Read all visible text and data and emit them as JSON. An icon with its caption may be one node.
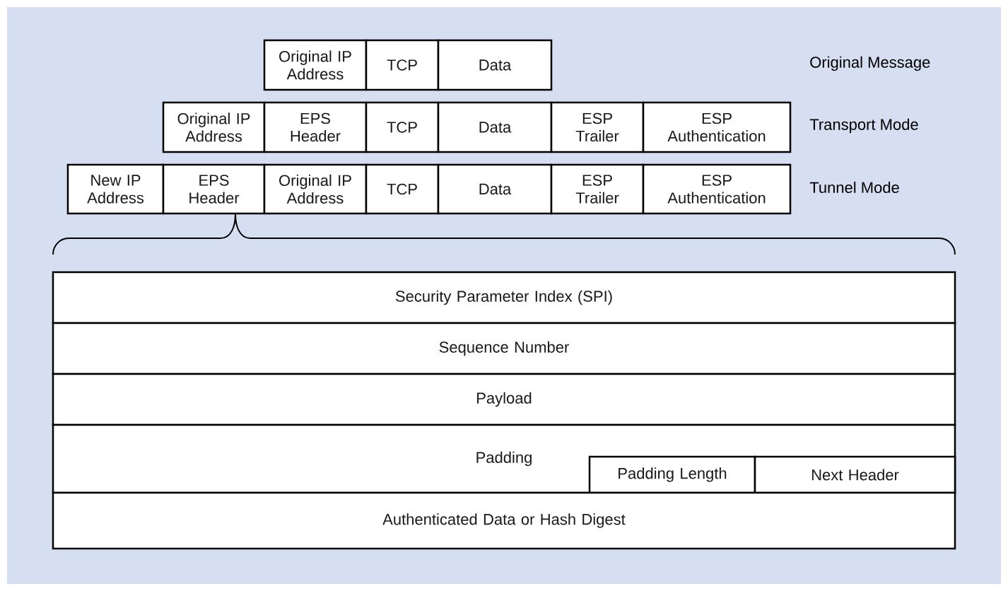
{
  "diagram": {
    "nodes": [
      {
        "text": [
          "Original IP Address"
        ]
      },
      {
        "text": [
          "TCP"
        ]
      },
      {
        "text": [
          "Data"
        ]
      },
      {
        "text": [
          "Original IP Address"
        ]
      },
      {
        "text": [
          "EPS Header"
        ]
      },
      {
        "text": [
          "TCP"
        ]
      },
      {
        "text": [
          "Data"
        ]
      },
      {
        "text": [
          "ESP Trailer"
        ]
      },
      {
        "text": [
          "ESP Authentication"
        ]
      },
      {
        "text": [
          "New IP Address"
        ]
      },
      {
        "text": [
          "EPS Header"
        ]
      },
      {
        "text": [
          "Original IP Address"
        ]
      },
      {
        "text": [
          "TCP"
        ]
      },
      {
        "text": [
          "Data"
        ]
      },
      {
        "text": [
          "ESP Trailer"
        ]
      },
      {
        "text": [
          "ESP Authentication"
        ]
      },
      {
        "text": [
          "Security Parameter Index (SPI)"
        ]
      },
      {
        "text": [
          "Sequence Number"
        ]
      },
      {
        "text": [
          "Payload"
        ]
      },
      {
        "text": [
          "Padding"
        ]
      },
      {
        "text": [
          "Padding Length"
        ],
        "in": 19
      },
      {
        "text": [
          "Next Header"
        ],
        "in": 19
      },
      {
        "text": [
          "Authenticated Data or Hash Digest"
        ]
      }
    ],
    "labels": [
      "Original Message",
      "Transport Mode",
      "Tunnel Mode"
    ]
  }
}
